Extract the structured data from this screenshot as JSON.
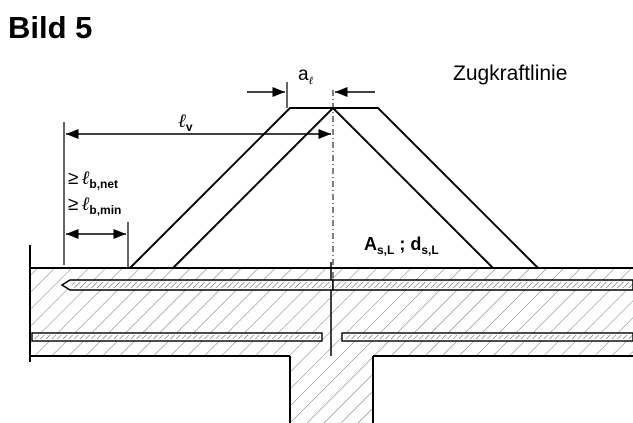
{
  "title": "Bild 5",
  "caption": "Zugkraftlinie",
  "labels": {
    "a_main": "a",
    "a_sub": "ℓ",
    "lv_main": "ℓ",
    "lv_sub": "v",
    "ge1_sign": "≥",
    "ge1_main": "ℓ",
    "ge1_sub": "b,net",
    "ge2_sign": "≥",
    "ge2_main": "ℓ",
    "ge2_sub": "b,min",
    "as_main": "A",
    "as_sub": "s,L",
    "sep": " ; ",
    "ds_main": "d",
    "ds_sub": "s,L"
  }
}
